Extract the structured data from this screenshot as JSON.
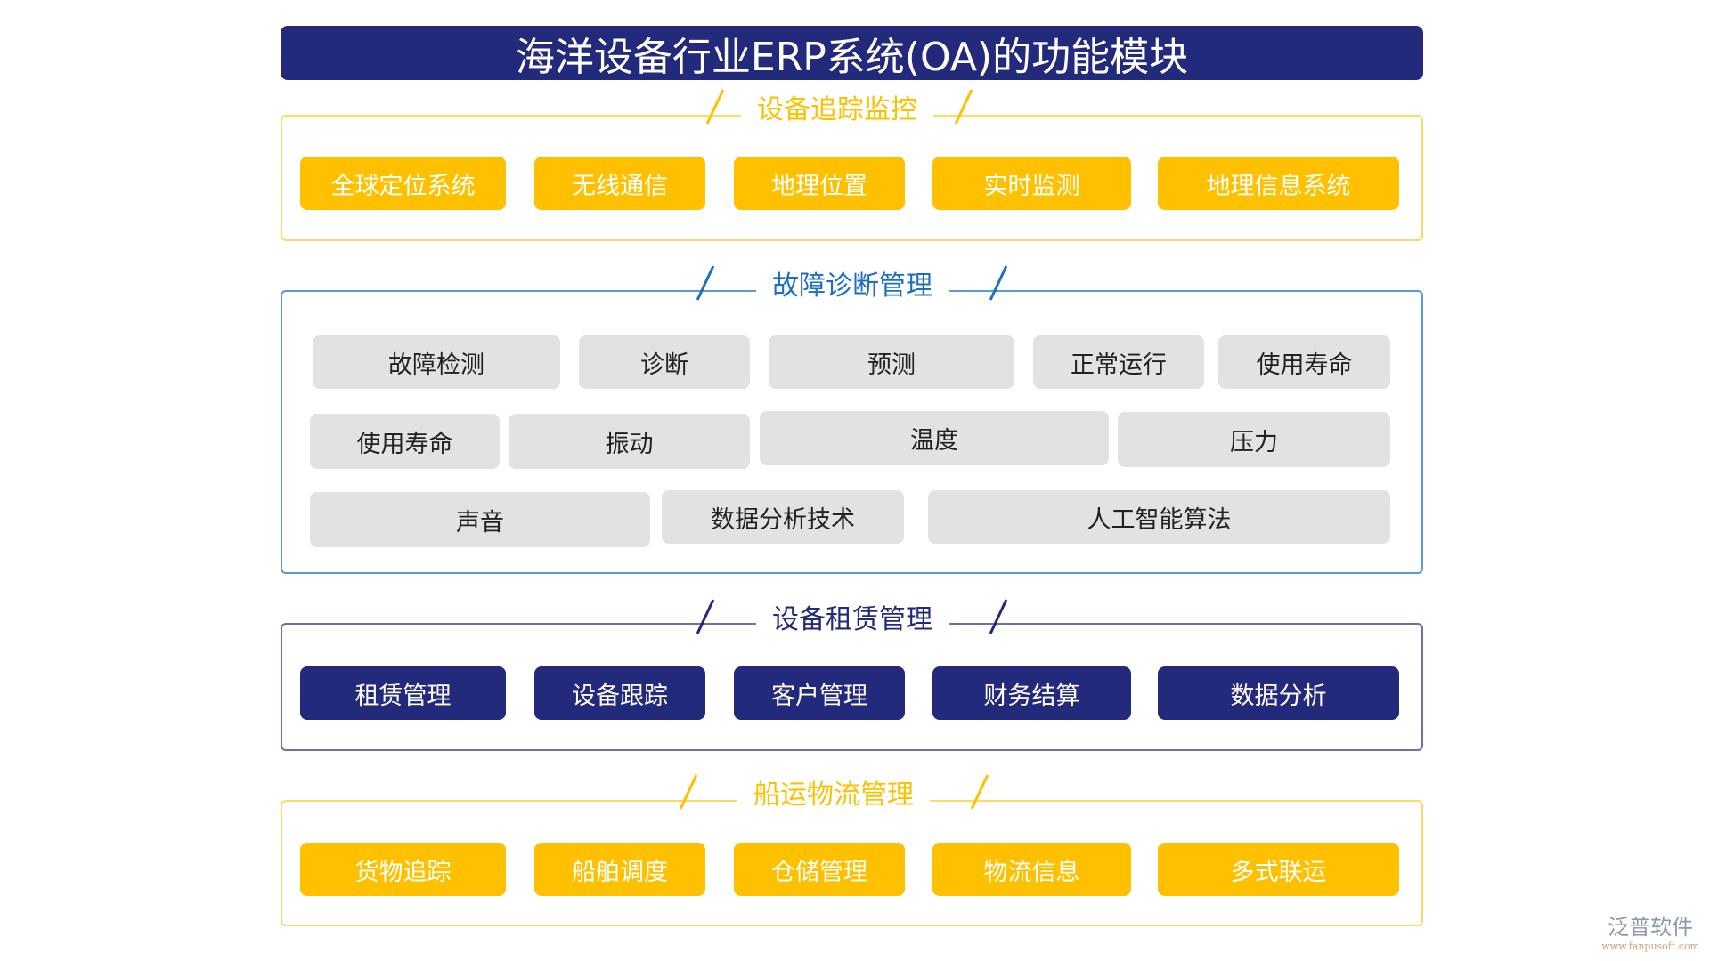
{
  "title": "海洋设备行业ERP系统(OA)的功能模块",
  "colors": {
    "navy": "#232a7b",
    "gold": "#ffc000",
    "gold_border": "#ffd966",
    "blue": "#1f6fc0",
    "blue_border": "#5b9bd5",
    "navy_border": "#6b6fa8",
    "grey": "#e2e2e2"
  },
  "sections": [
    {
      "title": "设备追踪监控",
      "items": [
        "全球定位系统",
        "无线通信",
        "地理位置",
        "实时监测",
        "地理信息系统"
      ]
    },
    {
      "title": "故障诊断管理",
      "items": [
        "故障检测",
        "诊断",
        "预测",
        "正常运行",
        "使用寿命",
        "使用寿命",
        "振动",
        "温度",
        "压力",
        "声音",
        "数据分析技术",
        "人工智能算法"
      ]
    },
    {
      "title": "设备租赁管理",
      "items": [
        "租赁管理",
        "设备跟踪",
        "客户管理",
        "财务结算",
        "数据分析"
      ]
    },
    {
      "title": "船运物流管理",
      "items": [
        "货物追踪",
        "船舶调度",
        "仓储管理",
        "物流信息",
        "多式联运"
      ]
    }
  ],
  "watermark": {
    "name": "泛普软件",
    "url": "www.fanpusoft.com"
  }
}
